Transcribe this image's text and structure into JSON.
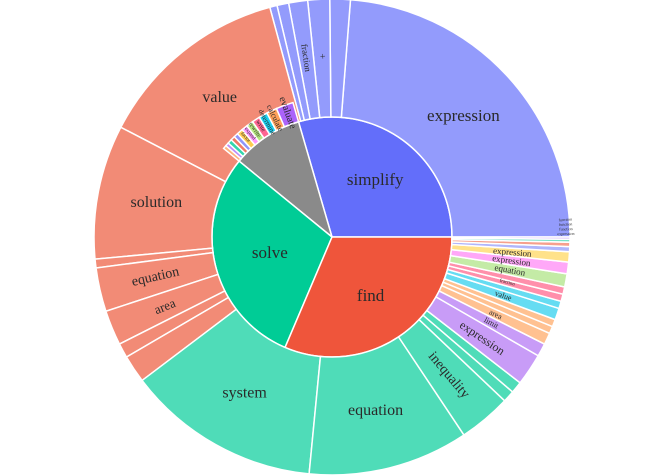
{
  "chart_data": {
    "type": "sunburst",
    "title": "",
    "start_angle_deg": 0,
    "direction": "counterclockwise",
    "inner": [
      {
        "label": "simplify",
        "value": 29.5,
        "color": "#636efa"
      },
      {
        "label": "",
        "value": 9.6,
        "color": "#8a8a8a"
      },
      {
        "label": "solve",
        "value": 29.5,
        "color": "#00cc96"
      },
      {
        "label": "find",
        "value": 31.4,
        "color": "#ef553b"
      }
    ],
    "outer": [
      {
        "parent": 0,
        "label": "expression",
        "value": 24.0,
        "color": "#939bfc",
        "lfs": 17,
        "tang": true
      },
      {
        "parent": 0,
        "label": "",
        "value": 1.4,
        "color": "#939bfc"
      },
      {
        "parent": 0,
        "label": "+",
        "value": 1.5,
        "color": "#939bfc",
        "lfs": 10
      },
      {
        "parent": 0,
        "label": "fraction",
        "value": 1.3,
        "color": "#939bfc",
        "lfs": 9
      },
      {
        "parent": 0,
        "label": "",
        "value": 0.8,
        "color": "#939bfc"
      },
      {
        "parent": 0,
        "label": "",
        "value": 0.5,
        "color": "#939bfc"
      },
      {
        "parent": 3,
        "label": "value",
        "value": 13.3,
        "color": "#f28b76",
        "lfs": 16,
        "tang": true
      },
      {
        "parent": 3,
        "label": "solution",
        "value": 9.2,
        "color": "#f28b76",
        "lfs": 16,
        "tang": true
      },
      {
        "parent": 3,
        "label": "",
        "value": 0.6,
        "color": "#f28b76"
      },
      {
        "parent": 3,
        "label": "equation",
        "value": 3.0,
        "color": "#f28b76",
        "lfs": 14
      },
      {
        "parent": 3,
        "label": "area",
        "value": 2.4,
        "color": "#f28b76",
        "lfs": 13
      },
      {
        "parent": 3,
        "label": "",
        "value": 1.0,
        "color": "#f28b76"
      },
      {
        "parent": 3,
        "label": "",
        "value": 1.9,
        "color": "#f28b76"
      },
      {
        "parent": 2,
        "label": "system",
        "value": 13.3,
        "color": "#4fdcb8",
        "lfs": 16,
        "tang": true
      },
      {
        "parent": 2,
        "label": "equation",
        "value": 11.0,
        "color": "#4fdcb8",
        "lfs": 16,
        "tang": true
      },
      {
        "parent": 2,
        "label": "inequality",
        "value": 3.6,
        "color": "#4fdcb8",
        "lfs": 14
      },
      {
        "parent": 2,
        "label": "",
        "value": 0.8,
        "color": "#4fdcb8"
      },
      {
        "parent": 2,
        "label": "",
        "value": 0.8,
        "color": "#4fdcb8"
      },
      {
        "parent": 1,
        "label": "expression",
        "value": 2.2,
        "color": "#c89cf7",
        "lfs": 12
      },
      {
        "parent": 1,
        "label": "limit",
        "value": 0.9,
        "color": "#c89cf7",
        "lfs": 8
      },
      {
        "parent": 1,
        "label": "area",
        "value": 0.8,
        "color": "#ffc191",
        "lfs": 8
      },
      {
        "parent": 1,
        "label": "",
        "value": 0.5,
        "color": "#ffc191"
      },
      {
        "parent": 1,
        "label": "",
        "value": 0.5,
        "color": "#ffc191"
      },
      {
        "parent": 1,
        "label": "value",
        "value": 0.8,
        "color": "#66dcf2",
        "lfs": 8
      },
      {
        "parent": 1,
        "label": "",
        "value": 0.5,
        "color": "#66dcf2"
      },
      {
        "parent": 1,
        "label": "fraction",
        "value": 0.5,
        "color": "#ff8fab",
        "lfs": 5
      },
      {
        "parent": 1,
        "label": "",
        "value": 0.5,
        "color": "#ff8fab"
      },
      {
        "parent": 1,
        "label": "equation",
        "value": 0.9,
        "color": "#c4eba6",
        "lfs": 9
      },
      {
        "parent": 1,
        "label": "expression",
        "value": 0.8,
        "color": "#ffa8f8",
        "lfs": 9
      },
      {
        "parent": 1,
        "label": "expression",
        "value": 0.7,
        "color": "#ffe28a",
        "lfs": 9
      },
      {
        "parent": 1,
        "label": "",
        "value": 0.35,
        "color": "#b0b6fc"
      },
      {
        "parent": 1,
        "label": "",
        "value": 0.3,
        "color": "#f6a08d"
      },
      {
        "parent": 1,
        "label": "",
        "value": 0.2,
        "color": "#7ae1c8"
      },
      {
        "parent": 1,
        "label": "",
        "value": 0.15,
        "color": "#d5b3f9"
      }
    ],
    "mid": [
      {
        "label": "evaluate",
        "value": 2.0,
        "color": "#ab63fa",
        "lfs": 10
      },
      {
        "label": "calculate",
        "value": 1.2,
        "color": "#ffa15a",
        "lfs": 8
      },
      {
        "label": "determine",
        "value": 1.0,
        "color": "#19d3f3",
        "lfs": 7
      },
      {
        "label": "write",
        "value": 0.9,
        "color": "#ff6692",
        "lfs": 6
      },
      {
        "label": "rewrite",
        "value": 0.8,
        "color": "#b6e880",
        "lfs": 6
      },
      {
        "label": "expand",
        "value": 0.7,
        "color": "#ff97ff",
        "lfs": 5
      },
      {
        "label": "factor",
        "value": 0.7,
        "color": "#fecb52",
        "lfs": 5
      },
      {
        "label": "",
        "value": 0.5,
        "color": "#8f95f9"
      },
      {
        "label": "",
        "value": 0.5,
        "color": "#f07a65"
      },
      {
        "label": "",
        "value": 0.5,
        "color": "#33d6ac"
      },
      {
        "label": "",
        "value": 0.4,
        "color": "#bd8bf9"
      },
      {
        "label": "",
        "value": 0.4,
        "color": "#ffb37e"
      }
    ],
    "rim": [
      {
        "label": "expression",
        "value": 0.12
      },
      {
        "label": "function",
        "value": 0.12
      },
      {
        "label": "function",
        "value": 0.12
      },
      {
        "label": "function",
        "value": 0.12
      }
    ]
  }
}
